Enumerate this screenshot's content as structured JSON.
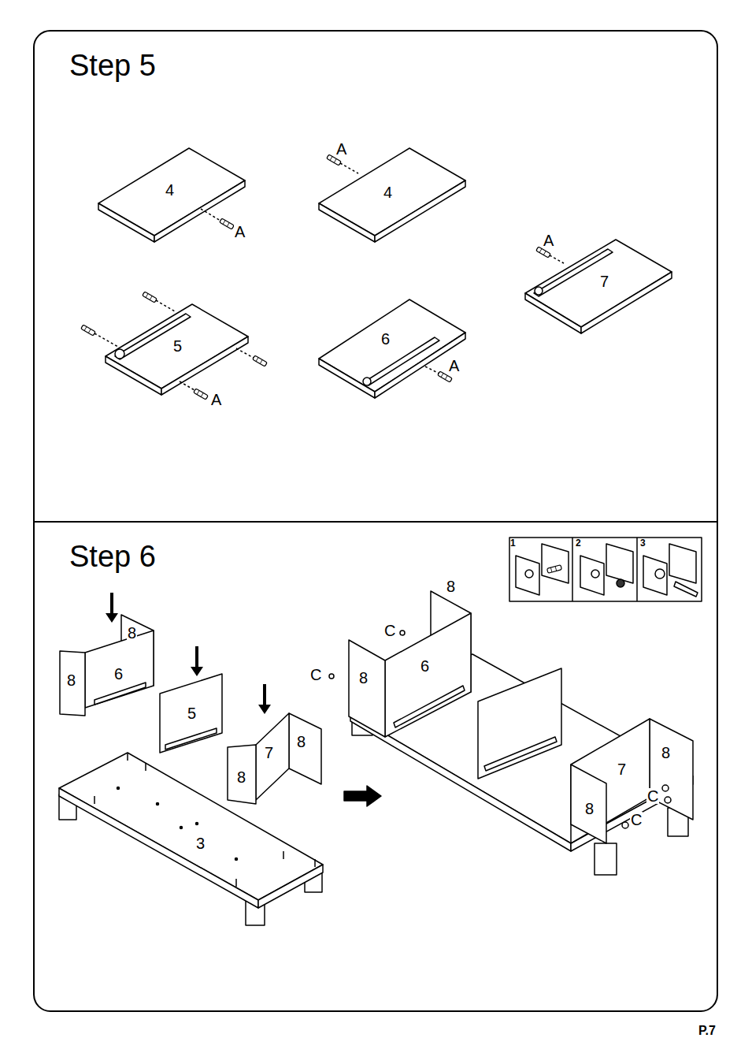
{
  "diagram": {
    "nodes": [
      {
        "text": [
          "Step 5"
        ]
      },
      {
        "text": [
          "Step 6"
        ]
      }
    ],
    "labels": [
      "4",
      "A",
      "A",
      "4",
      "A",
      "7",
      "5",
      "A",
      "6",
      "A",
      "1",
      "2",
      "3",
      "8",
      "8",
      "6",
      "5",
      "7",
      "8",
      "8",
      "3",
      "8",
      "C",
      "C",
      "8",
      "6",
      "7",
      "8",
      "8",
      "C",
      "C",
      "P.7"
    ]
  }
}
